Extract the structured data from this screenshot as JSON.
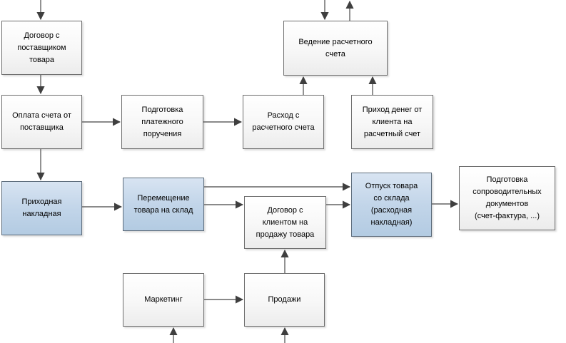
{
  "diagram": {
    "title": "Business process flowchart (trade: purchase, warehouse, sales, settlement account)",
    "language": "ru",
    "colors": {
      "background": "#ffffff",
      "plain_box_fill_top": "#ffffff",
      "plain_box_fill_bottom": "#ececec",
      "accent_box_fill_top": "#d8e4f2",
      "accent_box_fill_bottom": "#b3cbe2",
      "plain_box_border": "#6e6e6e",
      "accent_box_border": "#5d6c7b",
      "connector_line": "#636363",
      "arrowhead": "#3f3f3f",
      "text": "#000000"
    },
    "boxes": [
      {
        "id": "contract-supplier",
        "label": "Договор с\nпоставщиком\nтовара",
        "style": "plain"
      },
      {
        "id": "pay-invoice",
        "label": "Оплата счета от\nпоставщика",
        "style": "plain"
      },
      {
        "id": "payment-order",
        "label": "Подготовка\nплатежного\nпоручения",
        "style": "plain"
      },
      {
        "id": "expense-account",
        "label": "Расход с\nрасчетного счета",
        "style": "plain"
      },
      {
        "id": "income-client",
        "label": "Приход денег от\nклиента на\nрасчетный счет",
        "style": "plain"
      },
      {
        "id": "maintain-account",
        "label": "Ведение расчетного\nсчета",
        "style": "plain"
      },
      {
        "id": "incoming-invoice",
        "label": "Приходная\nнакладная",
        "style": "accent"
      },
      {
        "id": "move-goods",
        "label": "Перемещение\nтовара на склад",
        "style": "accent"
      },
      {
        "id": "contract-client",
        "label": "Договор с\nклиентом на\nпродажу товара",
        "style": "plain"
      },
      {
        "id": "goods-release",
        "label": "Отпуск товара\nсо склада\n(расходная\nнакладная)",
        "style": "accent"
      },
      {
        "id": "prepare-docs",
        "label": "Подготовка\nсопроводительных\nдокументов\n(счет-фактура, ...)",
        "style": "plain"
      },
      {
        "id": "marketing",
        "label": "Маркетинг",
        "style": "plain"
      },
      {
        "id": "sales",
        "label": "Продажи",
        "style": "plain"
      }
    ],
    "edges": [
      {
        "from": "offscreen-top",
        "to": "contract-supplier"
      },
      {
        "from": "contract-supplier",
        "to": "pay-invoice"
      },
      {
        "from": "pay-invoice",
        "to": "payment-order"
      },
      {
        "from": "payment-order",
        "to": "expense-account"
      },
      {
        "from": "expense-account",
        "to": "maintain-account"
      },
      {
        "from": "income-client",
        "to": "maintain-account"
      },
      {
        "from": "offscreen-top",
        "to": "maintain-account"
      },
      {
        "from": "maintain-account",
        "to": "offscreen-top"
      },
      {
        "from": "pay-invoice",
        "to": "incoming-invoice"
      },
      {
        "from": "incoming-invoice",
        "to": "move-goods"
      },
      {
        "from": "move-goods",
        "to": "goods-release"
      },
      {
        "from": "move-goods",
        "to": "contract-client"
      },
      {
        "from": "contract-client",
        "to": "goods-release"
      },
      {
        "from": "goods-release",
        "to": "prepare-docs"
      },
      {
        "from": "marketing",
        "to": "sales"
      },
      {
        "from": "sales",
        "to": "contract-client"
      },
      {
        "from": "offscreen-bottom",
        "to": "marketing"
      },
      {
        "from": "offscreen-bottom",
        "to": "sales"
      }
    ]
  }
}
